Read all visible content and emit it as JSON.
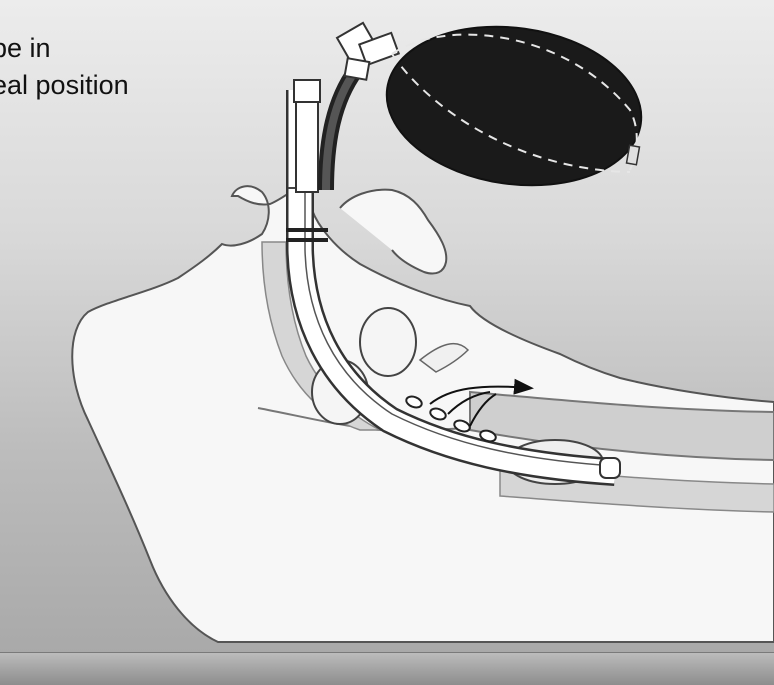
{
  "caption": {
    "line1": "be in",
    "line2": "eal position"
  },
  "colors": {
    "background_top": "#ececec",
    "background_bottom": "#a6a6a6",
    "anatomy_fill": "#f7f7f7",
    "outline": "#555555",
    "bag_fill": "#1a1a1a",
    "tube_fill": "#ffffff"
  },
  "icons": [
    "ventilation-bag",
    "tube-connector",
    "airflow-arrows"
  ]
}
